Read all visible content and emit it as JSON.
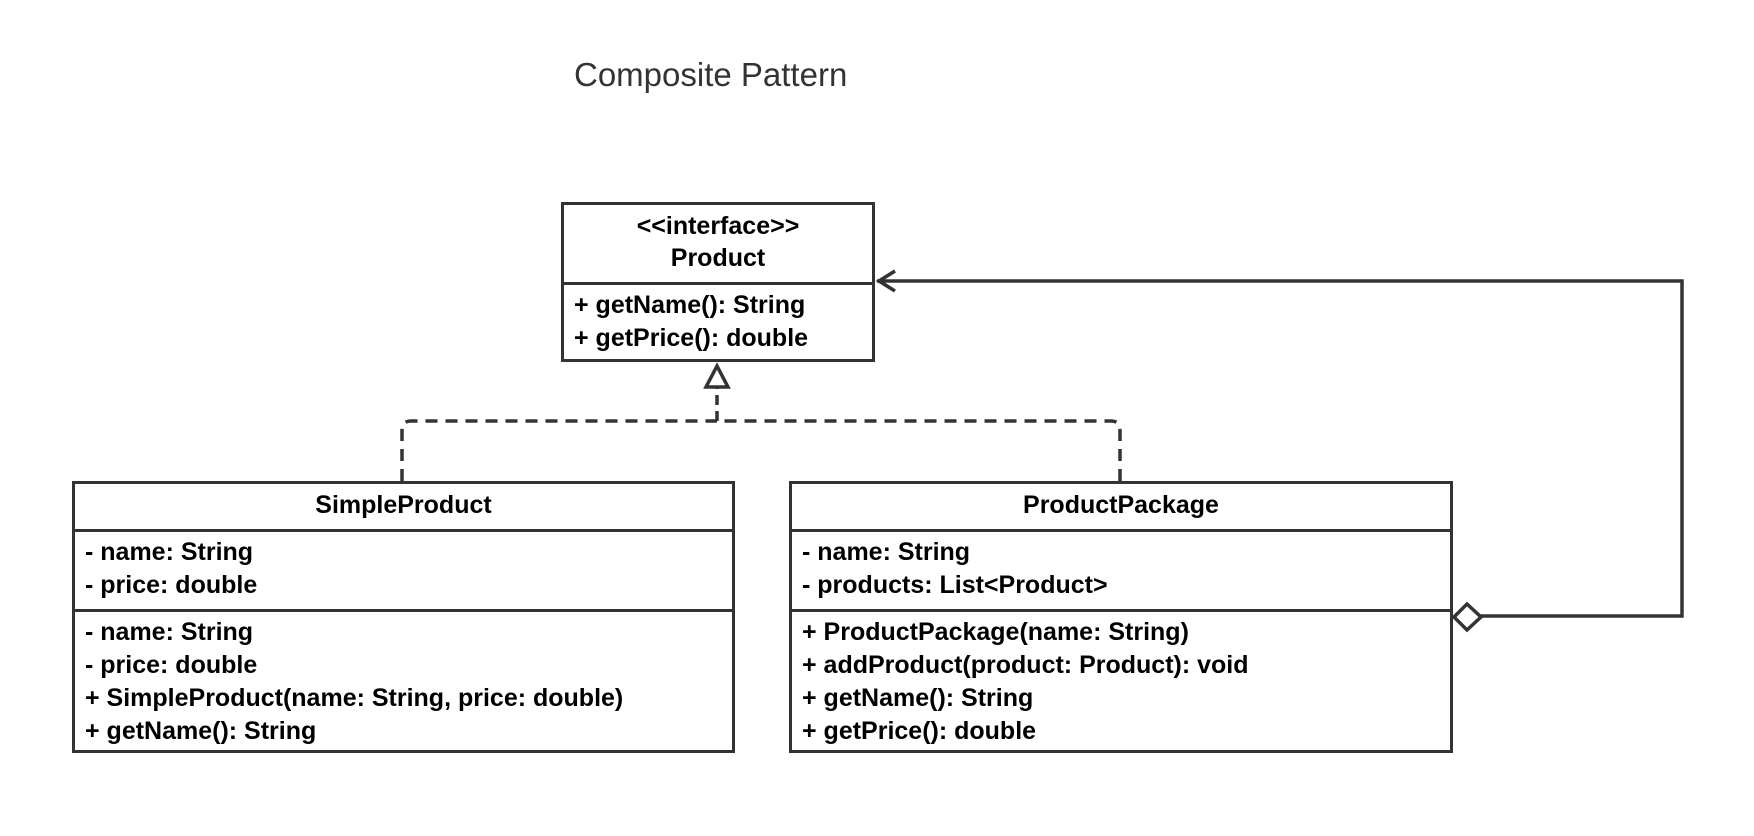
{
  "diagram": {
    "title": "Composite Pattern"
  },
  "classes": {
    "product": {
      "stereotype": "<<interface>>",
      "name": "Product",
      "methods": [
        "+ getName(): String",
        "+ getPrice(): double"
      ]
    },
    "simple_product": {
      "name": "SimpleProduct",
      "attributes": [
        "- name: String",
        "- price: double"
      ],
      "methods": [
        "- name: String",
        "- price: double",
        "+ SimpleProduct(name: String, price: double)",
        "+ getName(): String"
      ]
    },
    "product_package": {
      "name": "ProductPackage",
      "attributes": [
        "- name: String",
        "- products: List<Product>"
      ],
      "methods": [
        "+ ProductPackage(name: String)",
        "+ addProduct(product: Product): void",
        "+ getName(): String",
        "+ getPrice(): double"
      ]
    }
  },
  "relationships": [
    {
      "type": "realization",
      "from": "SimpleProduct",
      "to": "Product"
    },
    {
      "type": "realization",
      "from": "ProductPackage",
      "to": "Product"
    },
    {
      "type": "aggregation",
      "from": "ProductPackage",
      "to": "Product"
    }
  ],
  "colors": {
    "stroke": "#333333",
    "text": "#000000",
    "title": "#333333",
    "background": "#ffffff"
  }
}
